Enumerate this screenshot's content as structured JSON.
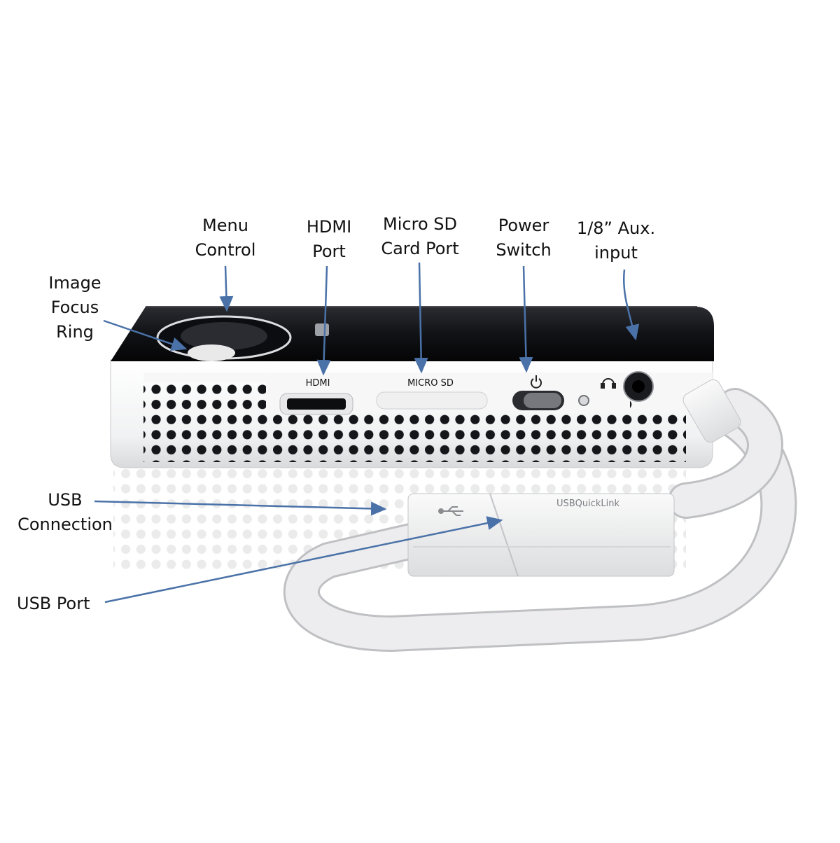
{
  "colors": {
    "body_top": "#101114",
    "body_side": "#f4f5f6",
    "arrow": "#4a72a8",
    "cable": "#ecedee",
    "vent_hole": "#15161a"
  },
  "callouts": {
    "image_focus_ring": [
      "Image",
      "Focus",
      "Ring"
    ],
    "menu_control": [
      "Menu",
      "Control"
    ],
    "hdmi_port": [
      "HDMI",
      "Port"
    ],
    "micro_sd_card_port": [
      "Micro SD",
      "Card Port"
    ],
    "power_switch": [
      "Power",
      "Switch"
    ],
    "aux_input": [
      "1/8” Aux.",
      "input"
    ],
    "usb_connection": [
      "USB",
      "Connection"
    ],
    "usb_port": [
      "USB Port"
    ]
  },
  "device_labels": {
    "hdmi": "HDMI",
    "micro_sd": "MICRO SD",
    "usb_brand": "USBQuickLink"
  },
  "icons": {
    "power": "power-icon",
    "headphones": "headphones-icon",
    "usb": "usb-icon"
  }
}
